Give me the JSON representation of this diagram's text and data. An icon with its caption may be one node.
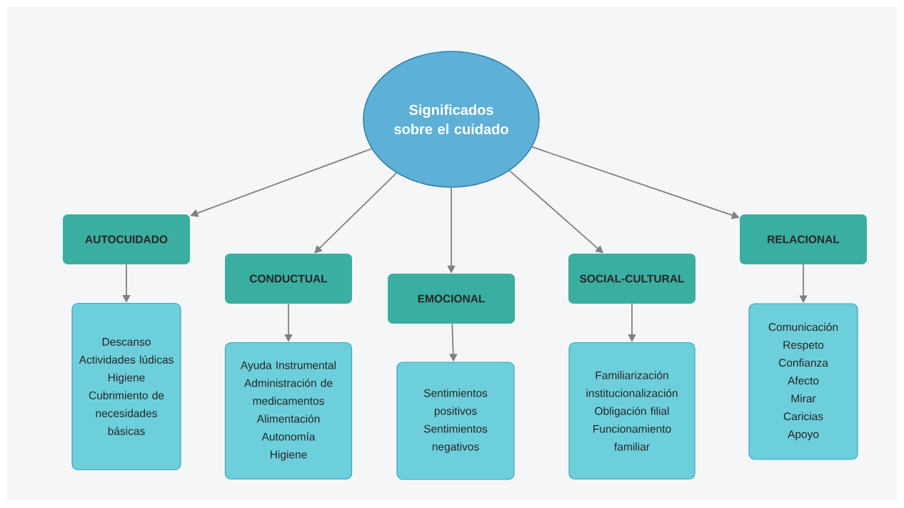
{
  "diagram": {
    "nodes": [
      {
        "text": [
          "Significados sobre el cuidado"
        ]
      },
      {
        "text": [
          "AUTOCUIDADO"
        ]
      },
      {
        "text": [
          "CONDUCTUAL"
        ]
      },
      {
        "text": [
          "EMOCIONAL"
        ]
      },
      {
        "text": [
          "SOCIAL-CULTURAL"
        ]
      },
      {
        "text": [
          "RELACIONAL"
        ]
      },
      {
        "text": [
          "Descanso",
          "Actividades lúdicas",
          "Higiene",
          "Cubrimiento de necesidades básicas"
        ]
      },
      {
        "text": [
          "Ayuda Instrumental",
          "Administración de medicamentos",
          "Alimentación",
          "Autonomía",
          "Higiene"
        ]
      },
      {
        "text": [
          "Sentimientos positivos",
          "Sentimientos negativos"
        ]
      },
      {
        "text": [
          "Familiarización",
          "institucionalización",
          "Obligación filial",
          "Funcionamiento familiar"
        ]
      },
      {
        "text": [
          "Comunicación",
          "Respeto",
          "Confianza",
          "Afecto",
          "Mirar",
          "Caricias",
          "Apoyo"
        ]
      }
    ],
    "edges": [
      {
        "from": 0,
        "to": 1,
        "arrow": "to"
      },
      {
        "from": 0,
        "to": 2,
        "arrow": "to"
      },
      {
        "from": 0,
        "to": 3,
        "arrow": "to"
      },
      {
        "from": 0,
        "to": 4,
        "arrow": "to"
      },
      {
        "from": 0,
        "to": 5,
        "arrow": "to"
      },
      {
        "from": 1,
        "to": 6,
        "arrow": "to"
      },
      {
        "from": 2,
        "to": 7,
        "arrow": "to"
      },
      {
        "from": 3,
        "to": 8,
        "arrow": "to"
      },
      {
        "from": 4,
        "to": 9,
        "arrow": "to"
      },
      {
        "from": 5,
        "to": 10,
        "arrow": "to"
      }
    ]
  }
}
